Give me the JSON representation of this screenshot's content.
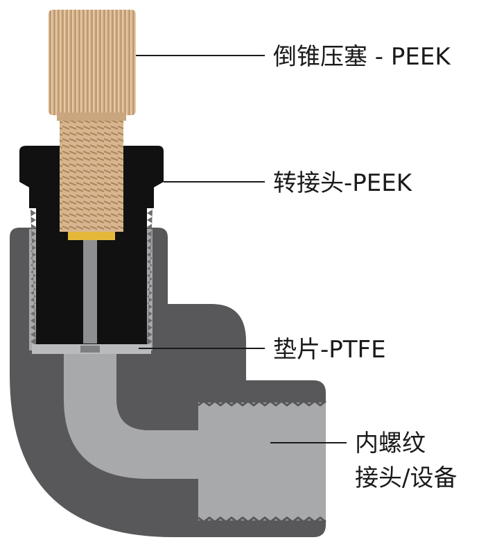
{
  "labels": {
    "nut": "倒锥压塞 - PEEK",
    "adapter": "转接头-PEEK",
    "gasket": "垫片-PTFE",
    "port_line1": "内螺纹",
    "port_line2": "接头/设备"
  },
  "colors": {
    "body_dark": "#58585a",
    "bore_gray": "#a7a9ab",
    "adapter_black": "#111111",
    "nut_brass": "#d9b893",
    "leader_line": "#1a1a1a",
    "background": "#ffffff"
  }
}
